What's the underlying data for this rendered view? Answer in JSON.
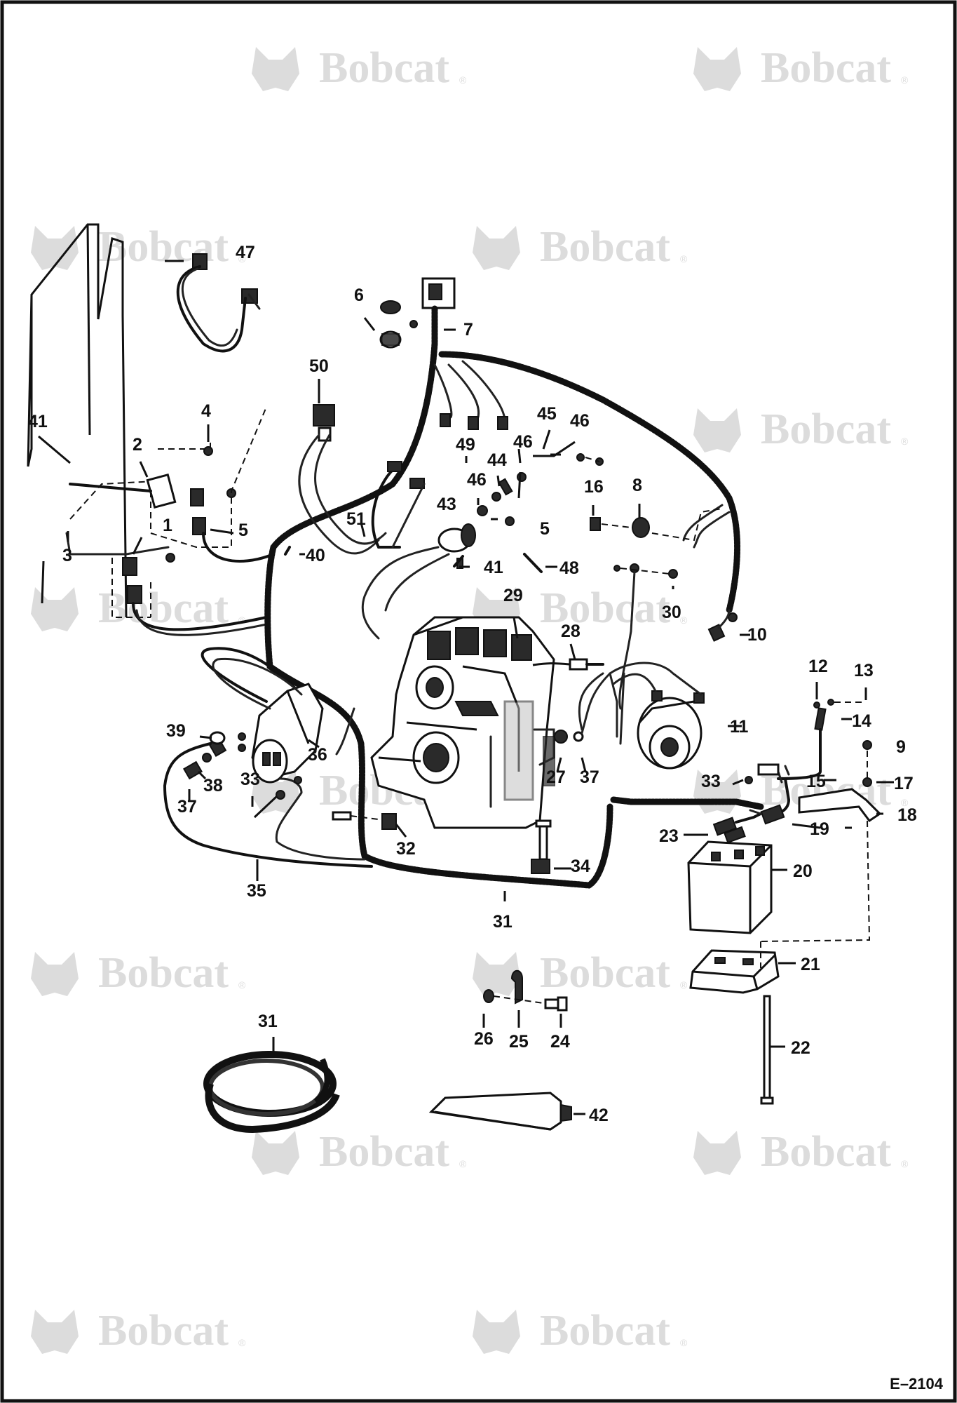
{
  "watermark": {
    "brand": "Bobcat",
    "reg_mark": "®"
  },
  "figure_code": "E–2104",
  "callouts": [
    "1",
    "2",
    "3",
    "4",
    "5",
    "5",
    "6",
    "7",
    "8",
    "9",
    "10",
    "11",
    "12",
    "13",
    "14",
    "15",
    "16",
    "17",
    "18",
    "19",
    "20",
    "21",
    "22",
    "23",
    "24",
    "25",
    "26",
    "27",
    "28",
    "29",
    "30",
    "31",
    "31",
    "32",
    "33",
    "33",
    "34",
    "35",
    "36",
    "37",
    "37",
    "38",
    "39",
    "40",
    "41",
    "41",
    "42",
    "43",
    "44",
    "45",
    "46",
    "46",
    "46",
    "47",
    "48",
    "49",
    "50",
    "51"
  ]
}
